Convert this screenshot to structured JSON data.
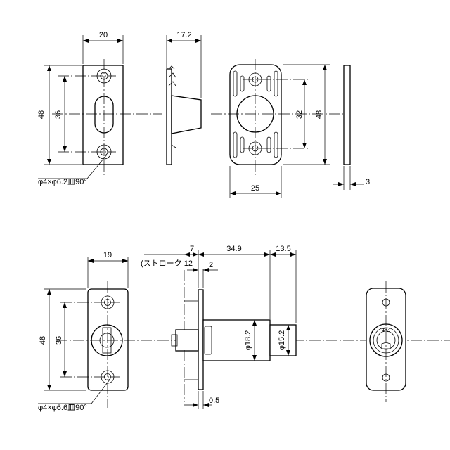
{
  "top_row": {
    "strike_front": {
      "width": "20",
      "height": "48",
      "hole_pitch": "36",
      "screw_note": "φ4×φ6.2皿90°"
    },
    "strike_side": {
      "depth": "17.2"
    },
    "strike_box": {
      "height": "48",
      "hole_pitch": "32",
      "width": "25"
    },
    "plate_edge": {
      "thickness": "3"
    }
  },
  "bottom_row": {
    "latch_front": {
      "width": "19",
      "height": "48",
      "hole_pitch": "36",
      "screw_note": "φ4×φ6.6皿90°"
    },
    "latch_side": {
      "bolt_length": "7",
      "stroke_note": "(ストローク 12",
      "body_length": "34.9",
      "cylinder_length": "13.5",
      "plate_offset": "2",
      "body_dia": "φ18.2",
      "cylinder_dia": "φ15.2",
      "plate_thickness": "0.5"
    },
    "latch_back": {
      "key_mark": "Φ∅"
    }
  }
}
